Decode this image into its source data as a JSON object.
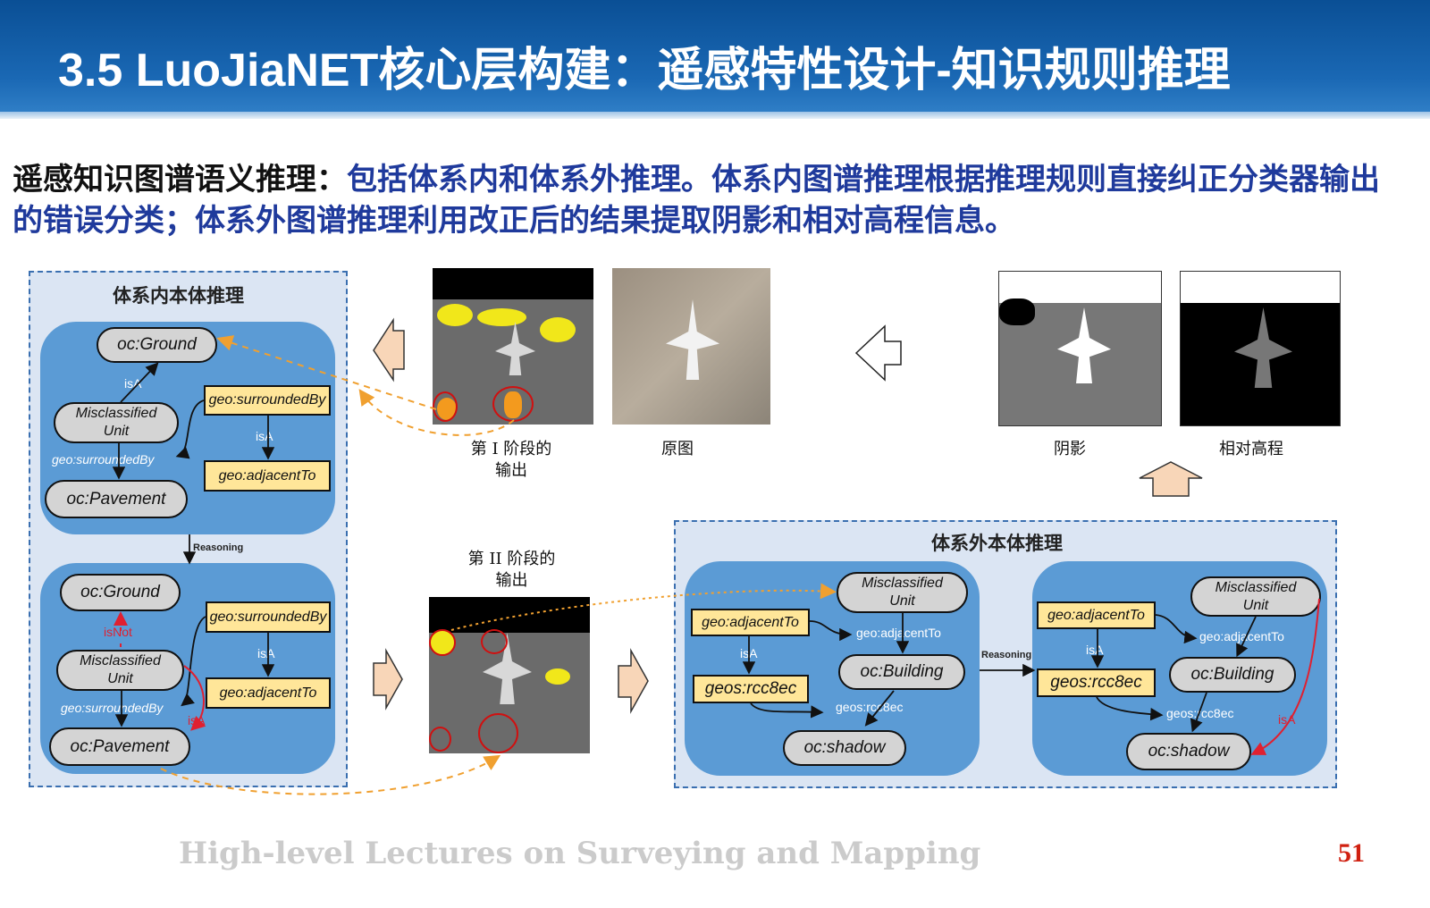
{
  "header": {
    "title": "3.5 LuoJiaNET核心层构建：遥感特性设计-知识规则推理"
  },
  "intro": {
    "lead": "遥感知识图谱语义推理",
    "colon": "：",
    "text": "包括体系内和体系外推理。体系内图谱推理根据推理规则直接纠正分类器输出的错误分类；体系外图谱推理利用改正后的结果提取阴影和相对高程信息。"
  },
  "left_panel": {
    "title": "体系内本体推理",
    "top": {
      "ground": "oc:Ground",
      "isA": "isA",
      "misclassified": "Misclassified Unit",
      "surrounded_label": "geo:surroundedBy",
      "pavement": "oc:Pavement",
      "surroundedBy": "geo:surroundedBy",
      "isA2": "isA",
      "adjacentTo": "geo:adjacentTo"
    },
    "reasoning": "Reasoning",
    "bottom": {
      "ground": "oc:Ground",
      "isNot": "isNot",
      "misclassified": "Misclassified Unit",
      "surrounded_label": "geo:surroundedBy",
      "isA_red": "isA",
      "pavement": "oc:Pavement",
      "surroundedBy": "geo:surroundedBy",
      "isA2": "isA",
      "adjacentTo": "geo:adjacentTo"
    }
  },
  "images": {
    "stage1": "第 I 阶段的\n输出",
    "original": "原图",
    "shadow": "阴影",
    "height": "相对高程",
    "stage2": "第 II 阶段的\n输出"
  },
  "right_panel": {
    "title": "体系外本体推理",
    "reasoning": "Reasoning",
    "a": {
      "misclassified": "Misclassified Unit",
      "adjacentTo": "geo:adjacentTo",
      "adjacent_label": "geo:adjacentTo",
      "isA": "isA",
      "building": "oc:Building",
      "rcc8ec": "geos:rcc8ec",
      "rcc8ec_label": "geos:rcc8ec",
      "shadow": "oc:shadow"
    },
    "b": {
      "misclassified": "Misclassified Unit",
      "adjacentTo": "geo:adjacentTo",
      "adjacent_label": "geo:adjacentTo",
      "isA": "isA",
      "building": "oc:Building",
      "rcc8ec": "geos:rcc8ec",
      "rcc8ec_label": "geos:rcc8ec",
      "isA_red": "isA",
      "shadow": "oc:shadow"
    }
  },
  "watermark": "High-level Lectures on Surveying and Mapping",
  "page_number": "51",
  "colors": {
    "header": "#1a68b4",
    "panel_blue": "#5b9bd5",
    "yellow": "#ffe699",
    "accent_orange": "#f0a030",
    "red": "#e02030"
  }
}
